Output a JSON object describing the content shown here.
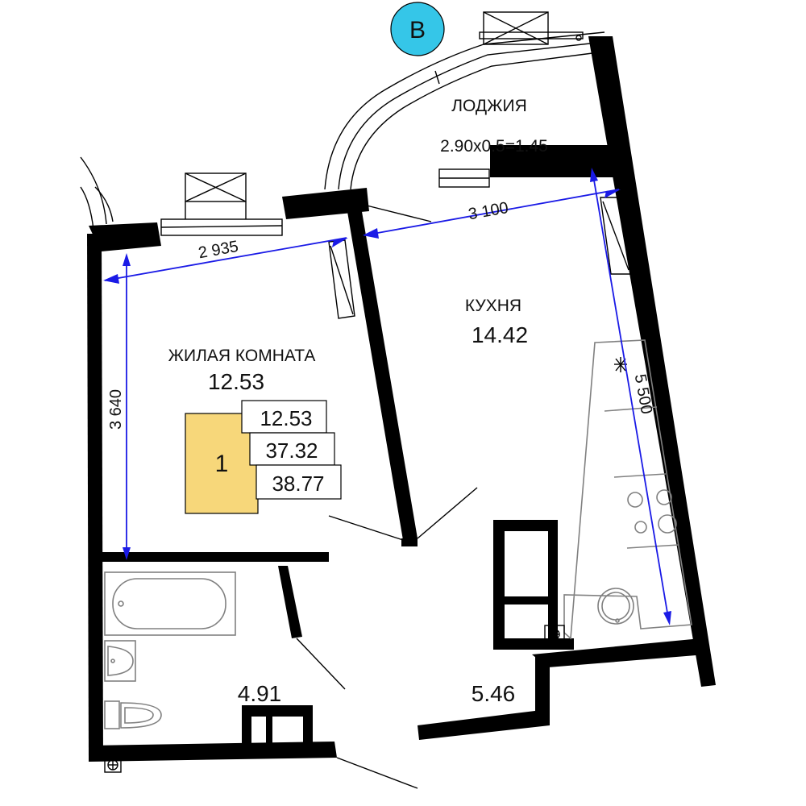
{
  "colors": {
    "walls": "#000000",
    "dimension_lines": "#1a1ae6",
    "room_badge": "#f7d77a",
    "entrance_badge": "#35c6e8"
  },
  "entrance": {
    "letter": "В"
  },
  "rooms": {
    "loggia": {
      "name": "ЛОДЖИЯ",
      "formula": "2.90x0.5=1.45"
    },
    "kitchen": {
      "name": "КУХНЯ",
      "area": "14.42"
    },
    "living": {
      "name": "ЖИЛАЯ КОМНАТА",
      "area": "12.53"
    },
    "bathroom": {
      "area": "4.91"
    },
    "hall": {
      "area": "5.46"
    }
  },
  "dimensions": {
    "living_width": "2 935",
    "living_depth": "3 640",
    "kitchen_width": "3 100",
    "kitchen_depth": "5 500"
  },
  "summary": {
    "rooms_count": "1",
    "living_area": "12.53",
    "total_area": "37.32",
    "total_with_loggia": "38.77"
  },
  "icons": [
    "radiator-icon",
    "window-icon",
    "bathtub-icon",
    "sink-icon",
    "toilet-icon",
    "stove-icon",
    "washing-machine-icon",
    "riser-icon"
  ]
}
